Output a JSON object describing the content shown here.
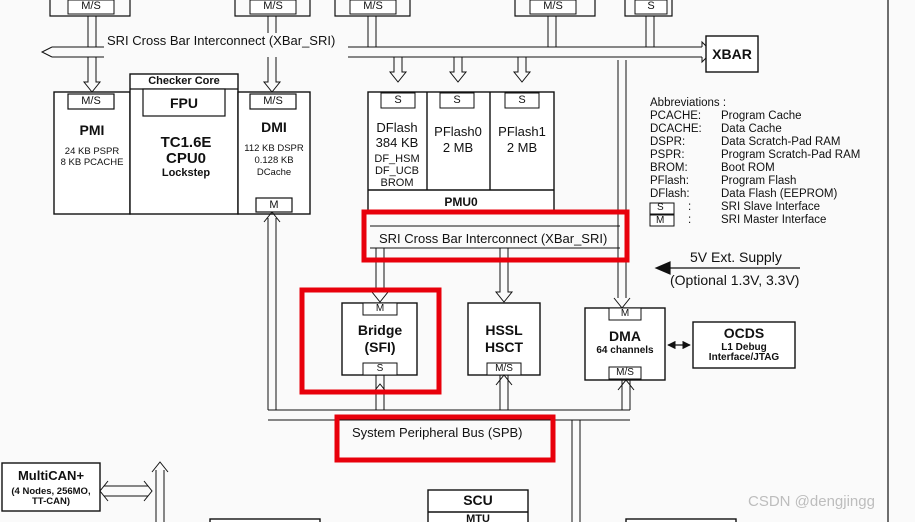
{
  "top_tags": [
    "M/S",
    "M/S",
    "M/S",
    "M/S",
    "S"
  ],
  "sri_top": "SRI Cross Bar Interconnect (XBar_SRI)",
  "xbar": "XBAR",
  "pmi": {
    "tag": "M/S",
    "title": "PMI",
    "line1": "24 KB PSPR",
    "line2": "8 KB PCACHE"
  },
  "cpu": {
    "checker": "Checker Core",
    "fpu": "FPU",
    "title1": "TC1.6E",
    "title2": "CPU0",
    "sub": "Lockstep"
  },
  "dmi": {
    "tag": "M/S",
    "title": "DMI",
    "line1": "112 KB DSPR",
    "line2": "0.128 KB",
    "line3": "DCache",
    "mtag": "M"
  },
  "pmu": {
    "dflash": {
      "tag": "S",
      "l1": "DFlash",
      "l2": "384 KB",
      "l3": "DF_HSM",
      "l4": "DF_UCB",
      "l5": "BROM"
    },
    "pflash0": {
      "tag": "S",
      "l1": "PFlash0",
      "l2": "2 MB"
    },
    "pflash1": {
      "tag": "S",
      "l1": "PFlash1",
      "l2": "2 MB"
    },
    "title": "PMU0"
  },
  "abbreviations": {
    "heading": "Abbreviations :",
    "rows": [
      {
        "k": "PCACHE:",
        "v": "Program Cache"
      },
      {
        "k": "DCACHE:",
        "v": "Data Cache"
      },
      {
        "k": "DSPR:",
        "v": "Data Scratch-Pad RAM"
      },
      {
        "k": "PSPR:",
        "v": "Program Scratch-Pad RAM"
      },
      {
        "k": "BROM:",
        "v": "Boot ROM"
      },
      {
        "k": "PFlash:",
        "v": "Program Flash"
      },
      {
        "k": "DFlash:",
        "v": "Data Flash (EEPROM)"
      }
    ],
    "slave_key": "S",
    "slave_sep": ":",
    "slave_label": "SRI Slave Interface",
    "master_key": "M",
    "master_sep": ":",
    "master_label": "SRI Master Interface"
  },
  "sri_mid": "SRI Cross Bar Interconnect (XBar_SRI)",
  "supply": {
    "l1": "5V Ext. Supply",
    "l2": "(Optional 1.3V, 3.3V)"
  },
  "bridge": {
    "mtag": "M",
    "l1": "Bridge",
    "l2": "(SFI)",
    "stag": "S"
  },
  "hssl": {
    "l1": "HSSL",
    "l2": "HSCT",
    "tag": "M/S"
  },
  "dma": {
    "mtag": "M",
    "title": "DMA",
    "sub": "64 channels",
    "tag": "M/S"
  },
  "ocds": {
    "title": "OCDS",
    "l1": "L1 Debug",
    "l2": "Interface/JTAG"
  },
  "spb": "System Peripheral Bus (SPB)",
  "multican": {
    "title": "MultiCAN+",
    "l1": "(4 Nodes, 256MO,",
    "l2": "TT-CAN)"
  },
  "scu": {
    "title": "SCU",
    "sub": "MTU"
  },
  "watermark": "CSDN @dengjingg",
  "colors": {
    "highlight": "#e8000b",
    "line": "#111111",
    "bg": "#fafafa"
  }
}
